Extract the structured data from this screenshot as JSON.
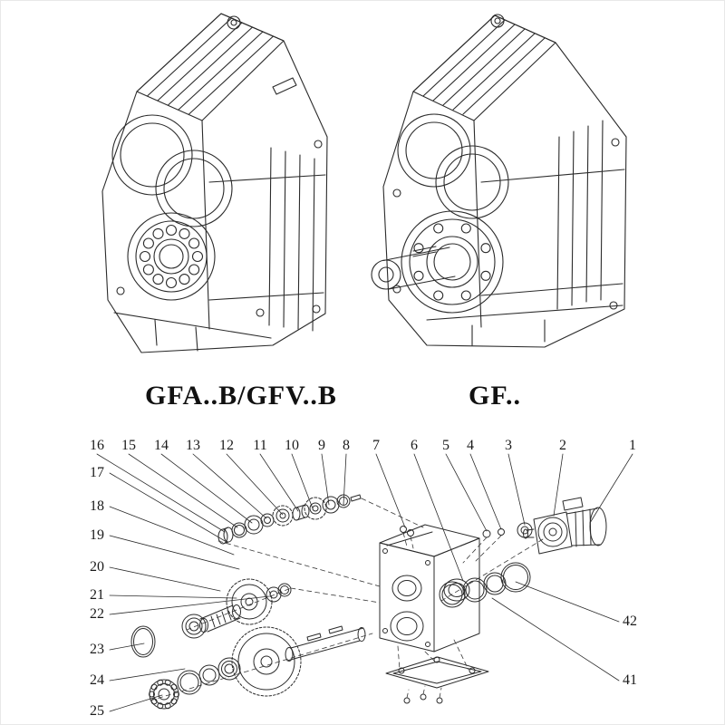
{
  "page": {
    "background": "#ffffff",
    "ink": "#2b2b2b"
  },
  "products": {
    "left": {
      "caption": "GFA..B/GFV..B"
    },
    "right": {
      "caption": "GF.."
    }
  },
  "exploded_view": {
    "callouts": {
      "top_row": [
        "16",
        "15",
        "14",
        "13",
        "12",
        "11",
        "10",
        "9",
        "8",
        "7",
        "6",
        "5",
        "4",
        "3",
        "2",
        "1"
      ],
      "left_column": [
        "17",
        "18",
        "19",
        "20",
        "21",
        "22",
        "23",
        "24",
        "25"
      ],
      "right_column": [
        "42",
        "41"
      ]
    }
  }
}
